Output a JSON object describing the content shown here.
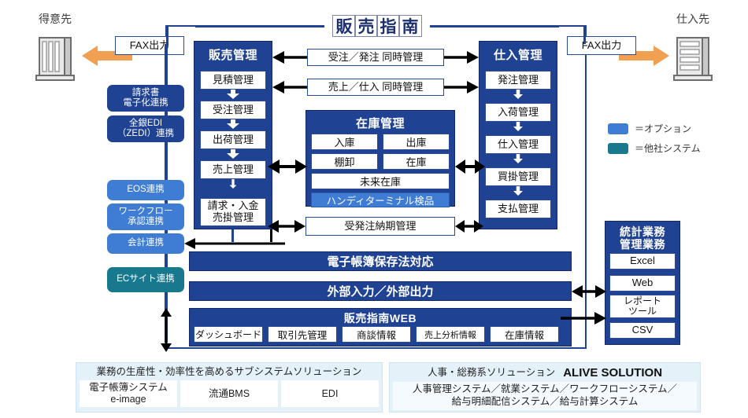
{
  "brand": {
    "chars": [
      "販",
      "売",
      "指",
      "南"
    ],
    "full": "販売指南"
  },
  "endpoints": {
    "customer": {
      "label": "得意先",
      "icon": "office-building-icon"
    },
    "supplier": {
      "label": "仕入先",
      "icon": "office-building-icon"
    }
  },
  "fax": {
    "left_label": "FAX出力",
    "right_label": "FAX出力"
  },
  "sidebar": {
    "items": [
      {
        "label": "請求書\n電子化連携",
        "kind": "dark"
      },
      {
        "label": "全銀EDI\n（ZEDI）連携",
        "kind": "dark"
      },
      {
        "label": "EOS連携",
        "kind": "option"
      },
      {
        "label": "ワークフロー\n承認連携",
        "kind": "option"
      },
      {
        "label": "会計連携",
        "kind": "option"
      },
      {
        "label": "ECサイト連携",
        "kind": "other"
      }
    ]
  },
  "sales": {
    "title": "販売管理",
    "items": [
      "見積管理",
      "受注管理",
      "出荷管理",
      "売上管理",
      "請求・入金\n売掛管理"
    ]
  },
  "purchase": {
    "title": "仕入管理",
    "items": [
      "発注管理",
      "入荷管理",
      "仕入管理",
      "買掛管理",
      "支払管理"
    ]
  },
  "bridges": {
    "top": "受注／発注 同時管理",
    "second": "売上／仕入 同時管理",
    "delivery": "受発注納期管理"
  },
  "inventory": {
    "title": "在庫管理",
    "row1": [
      "入庫",
      "出庫"
    ],
    "row2": [
      "棚卸",
      "在庫"
    ],
    "future": "未来在庫",
    "handy": "ハンディターミナル検品"
  },
  "bars": {
    "denshi": "電子帳簿保存法対応",
    "io": "外部入力／外部出力",
    "web_title": "販売指南WEB",
    "web_buttons": [
      "ダッシュボード",
      "取引先管理",
      "商談情報",
      "売上分析情報",
      "在庫情報"
    ]
  },
  "stats": {
    "title": "統計業務\n管理業務",
    "items": [
      "Excel",
      "Web",
      "レポート\nツール",
      "CSV"
    ]
  },
  "legend": {
    "option": {
      "text": "＝オプション",
      "color": "#3f7cd4"
    },
    "other": {
      "text": "＝他社システム",
      "color": "#17788e"
    }
  },
  "footer_left": {
    "heading": "業務の生産性・効率性を高めるサブシステムソリューション",
    "cells": [
      "電子帳簿システム\ne-image",
      "流通BMS",
      "EDI"
    ]
  },
  "footer_right": {
    "heading_jp": "人事・総務系ソリューション",
    "heading_en": "ALIVE  SOLUTION",
    "body": "人事管理システム／就業システム／ワークフローシステム／\n給与明細配信システム／給与計算システム"
  },
  "colors": {
    "navy": "#1f4293",
    "option_blue": "#3f7cd4",
    "other_teal": "#17788e",
    "orange": "#f0a050",
    "footer_blue": "#e4f1f9"
  }
}
